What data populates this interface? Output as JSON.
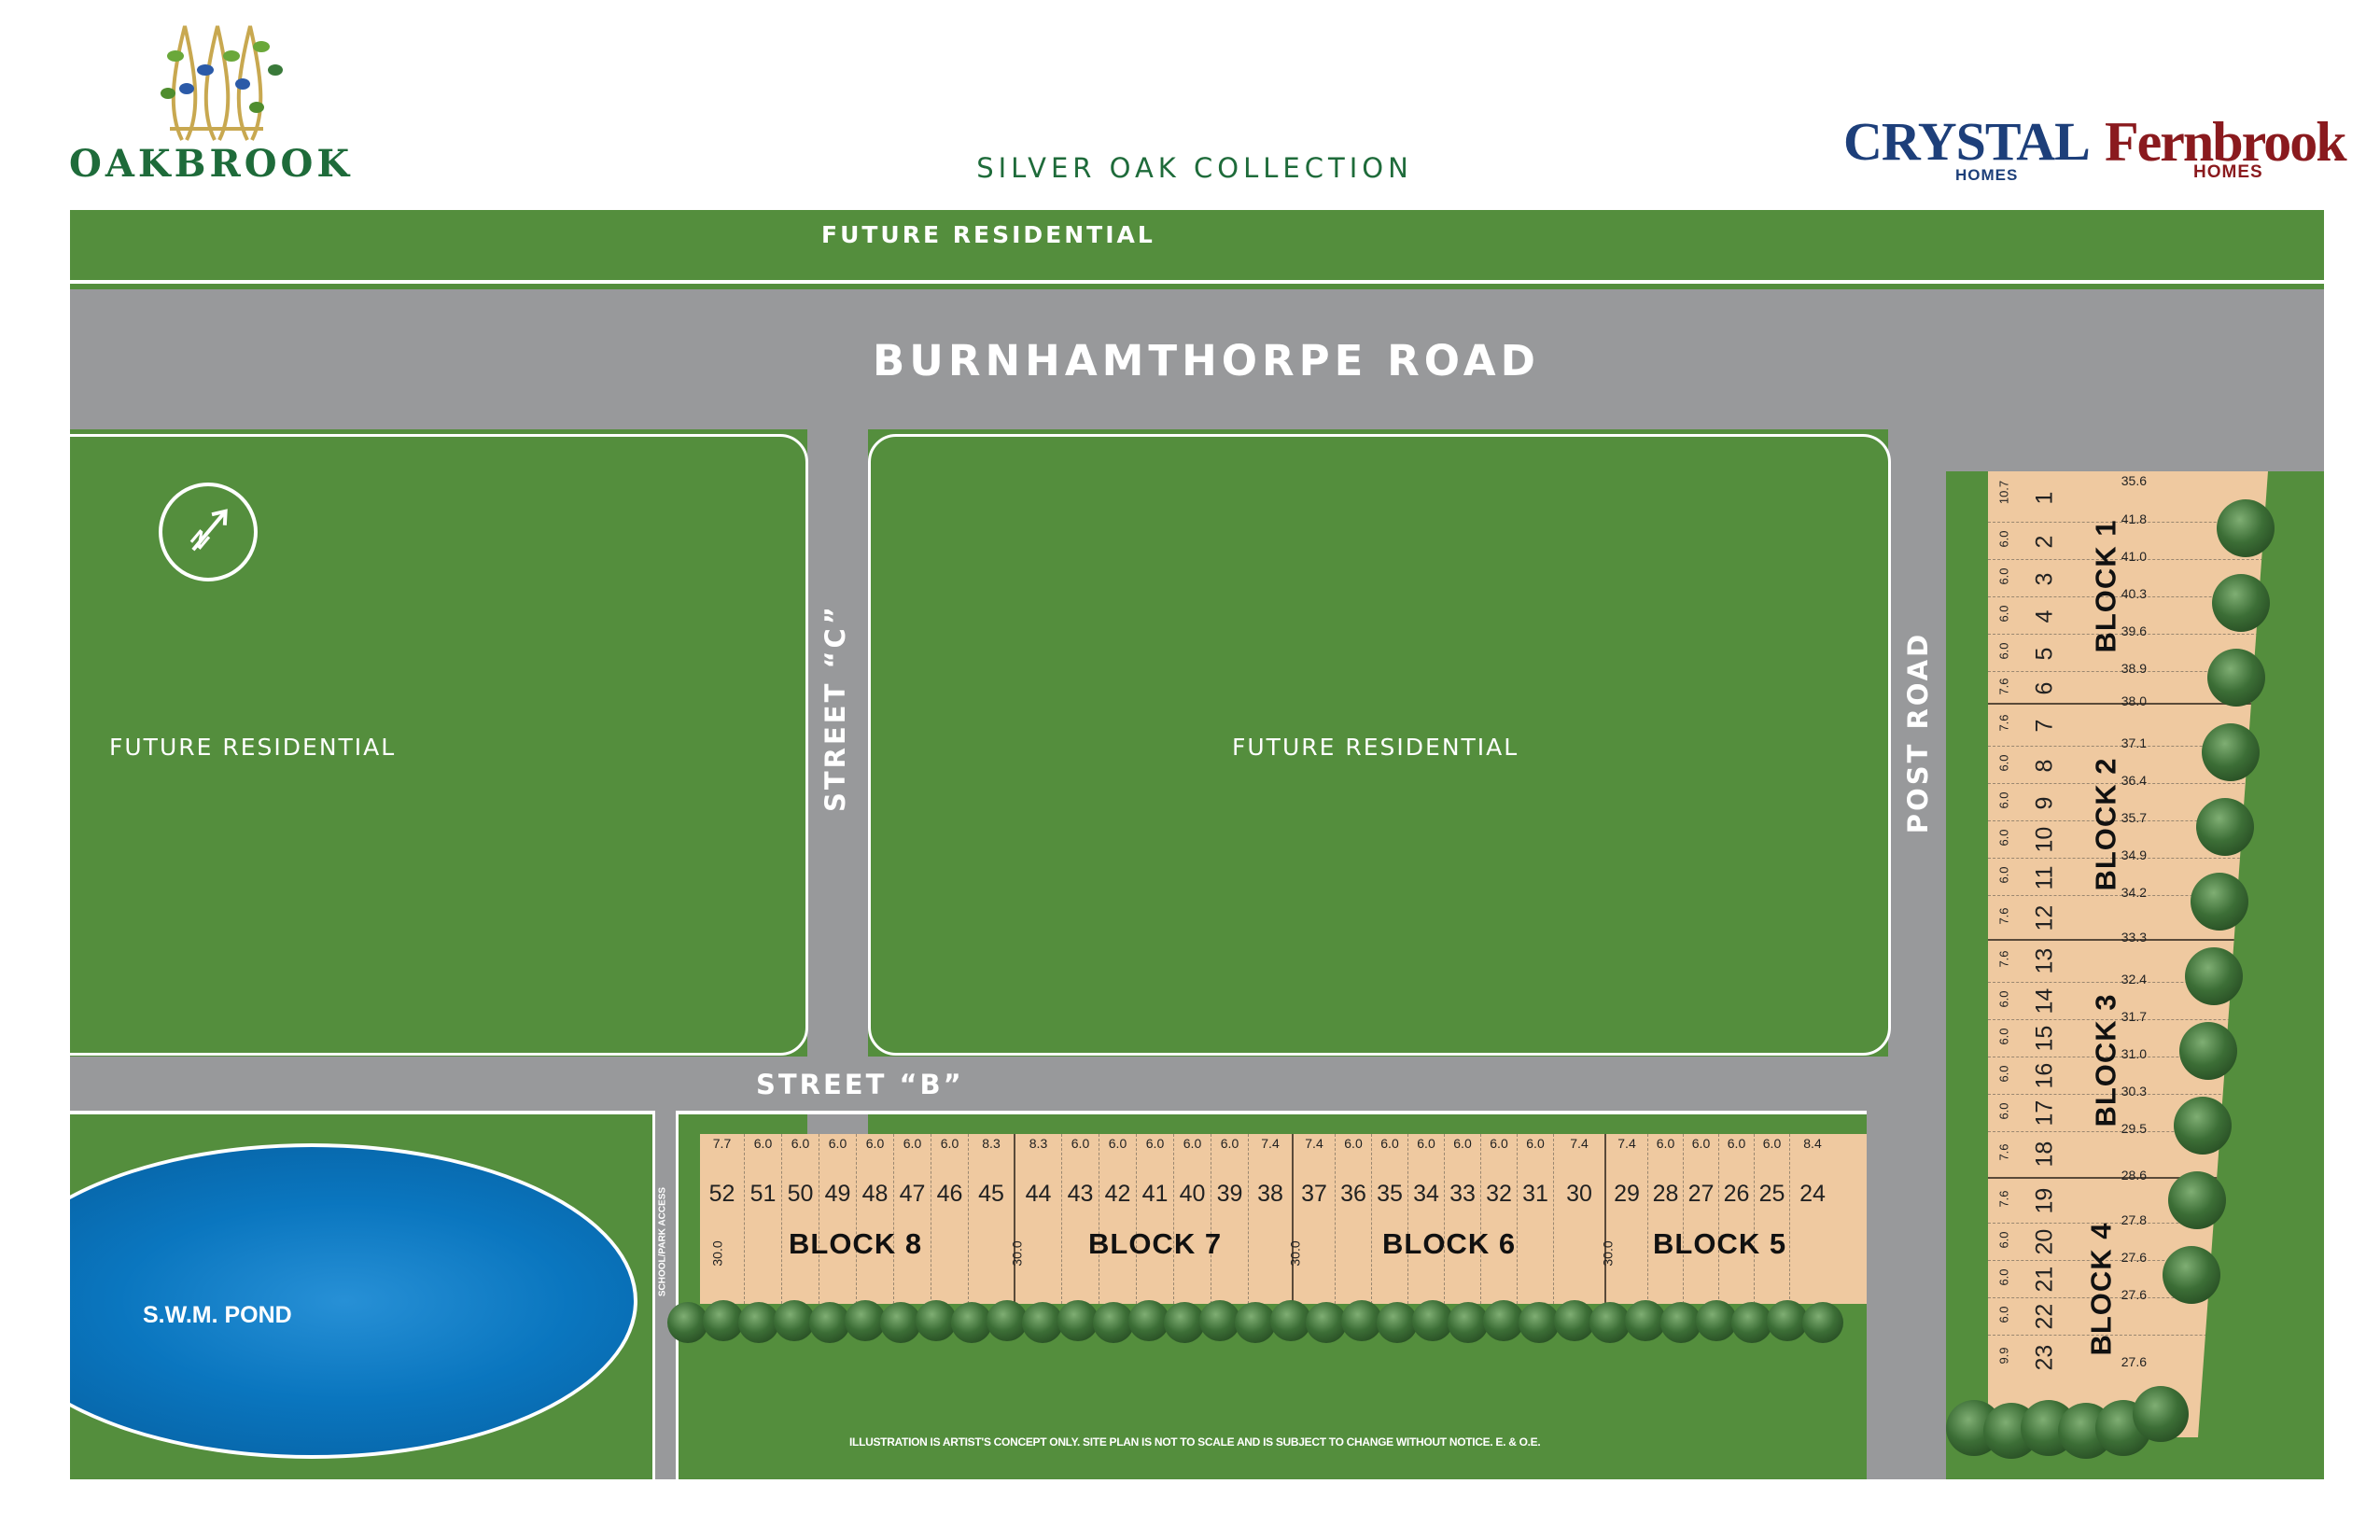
{
  "branding": {
    "logo_text": "OAKBROOK",
    "collection_title": "SILVER OAK COLLECTION",
    "builder_1": {
      "name": "CRYSTAL",
      "sub": "HOMES"
    },
    "builder_2": {
      "name": "Fernbrook",
      "sub": "HOMES"
    }
  },
  "areas": {
    "future_top": "FUTURE RESIDENTIAL",
    "future_left": "FUTURE RESIDENTIAL",
    "future_center": "FUTURE RESIDENTIAL",
    "pond": "S.W.M. POND",
    "access": "SCHOOL/PARK ACCESS"
  },
  "roads": {
    "burnhamthorpe": "BURNHAMTHORPE ROAD",
    "street_c": "STREET “C”",
    "street_b": "STREET “B”",
    "post_road": "POST ROAD"
  },
  "north_symbol": "N",
  "disclaimer": "ILLUSTRATION IS ARTIST'S CONCEPT ONLY. SITE PLAN IS NOT TO SCALE AND IS SUBJECT TO CHANGE WITHOUT NOTICE. E. & O.E.",
  "south_blocks": [
    {
      "name": "BLOCK 8",
      "depth": "30.0",
      "lots": [
        {
          "num": "52",
          "front": "7.7"
        },
        {
          "num": "51",
          "front": "6.0"
        },
        {
          "num": "50",
          "front": "6.0"
        },
        {
          "num": "49",
          "front": "6.0"
        },
        {
          "num": "48",
          "front": "6.0"
        },
        {
          "num": "47",
          "front": "6.0"
        },
        {
          "num": "46",
          "front": "6.0"
        },
        {
          "num": "45",
          "front": "8.3"
        }
      ]
    },
    {
      "name": "BLOCK 7",
      "depth": "30.0",
      "lots": [
        {
          "num": "44",
          "front": "8.3"
        },
        {
          "num": "43",
          "front": "6.0"
        },
        {
          "num": "42",
          "front": "6.0"
        },
        {
          "num": "41",
          "front": "6.0"
        },
        {
          "num": "40",
          "front": "6.0"
        },
        {
          "num": "39",
          "front": "6.0"
        },
        {
          "num": "38",
          "front": "7.4"
        }
      ]
    },
    {
      "name": "BLOCK 6",
      "depth": "30.0",
      "lots": [
        {
          "num": "37",
          "front": "7.4"
        },
        {
          "num": "36",
          "front": "6.0"
        },
        {
          "num": "35",
          "front": "6.0"
        },
        {
          "num": "34",
          "front": "6.0"
        },
        {
          "num": "33",
          "front": "6.0"
        },
        {
          "num": "32",
          "front": "6.0"
        },
        {
          "num": "31",
          "front": "6.0"
        },
        {
          "num": "30",
          "front": "7.4"
        }
      ]
    },
    {
      "name": "BLOCK 5",
      "depth": "30.0",
      "lots": [
        {
          "num": "29",
          "front": "7.4"
        },
        {
          "num": "28",
          "front": "6.0"
        },
        {
          "num": "27",
          "front": "6.0"
        },
        {
          "num": "26",
          "front": "6.0"
        },
        {
          "num": "25",
          "front": "6.0"
        },
        {
          "num": "24",
          "front": "8.4"
        }
      ]
    }
  ],
  "east_blocks": [
    {
      "name": "BLOCK 1",
      "lots": [
        {
          "num": "1",
          "front": "10.7",
          "depth": "35.6"
        },
        {
          "num": "2",
          "front": "6.0",
          "depth": "41.8"
        },
        {
          "num": "3",
          "front": "6.0",
          "depth": "41.0"
        },
        {
          "num": "4",
          "front": "6.0",
          "depth": "40.3"
        },
        {
          "num": "5",
          "front": "6.0",
          "depth": "39.6"
        },
        {
          "num": "6",
          "front": "7.6",
          "depth": "38.9"
        }
      ]
    },
    {
      "name": "BLOCK 2",
      "lots": [
        {
          "num": "7",
          "front": "7.6",
          "depth": "38.0"
        },
        {
          "num": "8",
          "front": "6.0",
          "depth": "37.1"
        },
        {
          "num": "9",
          "front": "6.0",
          "depth": "36.4"
        },
        {
          "num": "10",
          "front": "6.0",
          "depth": "35.7"
        },
        {
          "num": "11",
          "front": "6.0",
          "depth": "34.9"
        },
        {
          "num": "12",
          "front": "7.6",
          "depth": "34.2"
        }
      ]
    },
    {
      "name": "BLOCK 3",
      "lots": [
        {
          "num": "13",
          "front": "7.6",
          "depth": "33.3"
        },
        {
          "num": "14",
          "front": "6.0",
          "depth": "32.4"
        },
        {
          "num": "15",
          "front": "6.0",
          "depth": "31.7"
        },
        {
          "num": "16",
          "front": "6.0",
          "depth": "31.0"
        },
        {
          "num": "17",
          "front": "6.0",
          "depth": "30.3"
        },
        {
          "num": "18",
          "front": "7.6",
          "depth": "29.5"
        }
      ]
    },
    {
      "name": "BLOCK 4",
      "lots": [
        {
          "num": "19",
          "front": "7.6",
          "depth": "28.6"
        },
        {
          "num": "20",
          "front": "6.0",
          "depth": "27.8"
        },
        {
          "num": "21",
          "front": "6.0",
          "depth": "27.6"
        },
        {
          "num": "22",
          "front": "6.0",
          "depth": "27.6"
        },
        {
          "num": "23",
          "front": "9.9",
          "depth": "27.6"
        }
      ]
    }
  ],
  "colors": {
    "grass": "#548e3d",
    "road": "#98999b",
    "lot": "#efc9a0",
    "pond": "#0a76bf",
    "logo_green": "#1e6b3a",
    "crystal_blue": "#1d3f7a",
    "fernbrook_red": "#8a1a1e"
  }
}
